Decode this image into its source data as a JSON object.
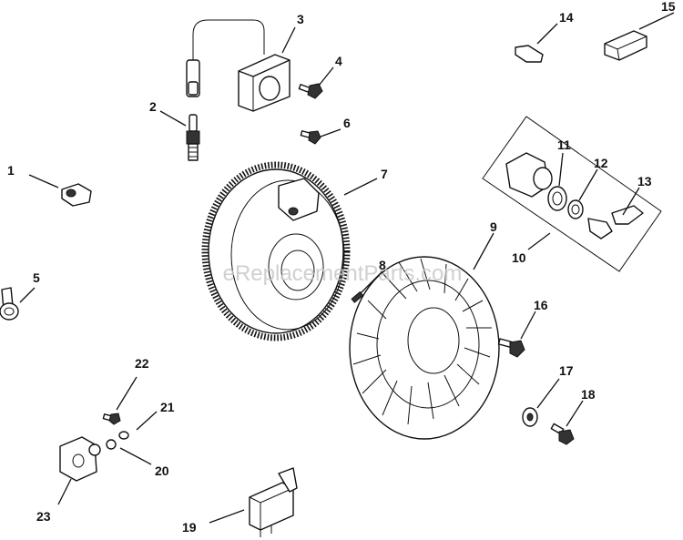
{
  "watermark": "eReplacementParts.com",
  "callouts": [
    {
      "id": "1",
      "text": "1"
    },
    {
      "id": "2",
      "text": "2"
    },
    {
      "id": "3",
      "text": "3"
    },
    {
      "id": "4",
      "text": "4"
    },
    {
      "id": "5",
      "text": "5"
    },
    {
      "id": "6",
      "text": "6"
    },
    {
      "id": "7",
      "text": "7"
    },
    {
      "id": "8",
      "text": "8"
    },
    {
      "id": "9",
      "text": "9"
    },
    {
      "id": "10",
      "text": "10"
    },
    {
      "id": "11",
      "text": "11"
    },
    {
      "id": "12",
      "text": "12"
    },
    {
      "id": "13",
      "text": "13"
    },
    {
      "id": "14",
      "text": "14"
    },
    {
      "id": "15",
      "text": "15"
    },
    {
      "id": "16",
      "text": "16"
    },
    {
      "id": "17",
      "text": "17"
    },
    {
      "id": "18",
      "text": "18"
    },
    {
      "id": "19",
      "text": "19"
    },
    {
      "id": "20",
      "text": "20"
    },
    {
      "id": "21",
      "text": "21"
    },
    {
      "id": "22",
      "text": "22"
    },
    {
      "id": "23",
      "text": "23"
    }
  ]
}
